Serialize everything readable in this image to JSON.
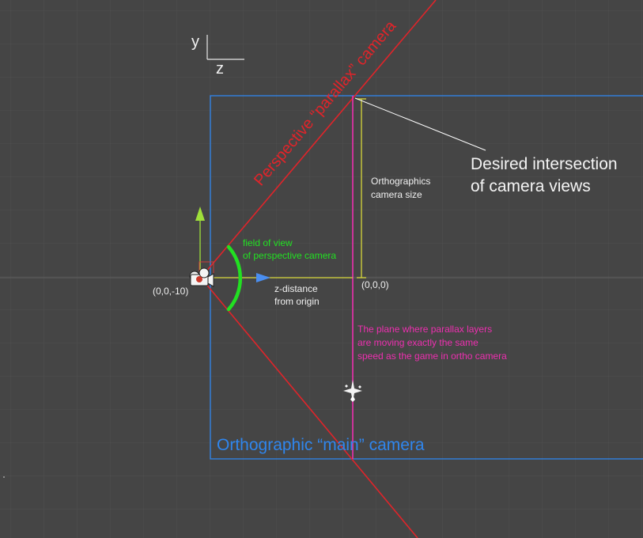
{
  "axes": {
    "y_label": "y",
    "z_label": "z"
  },
  "labels": {
    "perspective_camera": "Perspective “parallax” camera",
    "desired_intersection_line1": "Desired intersection",
    "desired_intersection_line2": "of camera views",
    "ortho_size_line1": "Orthographics",
    "ortho_size_line2": "camera size",
    "fov_line1": "field of view",
    "fov_line2": "of perspective camera",
    "camera_position": "(0,0,-10)",
    "origin": "(0,0,0)",
    "z_distance_line1": "z-distance",
    "z_distance_line2": "from origin",
    "parallax_plane_line1": "The plane where parallax layers",
    "parallax_plane_line2": "are moving exactly the same",
    "parallax_plane_line3": "speed as the game in ortho camera",
    "ortho_camera": "Orthographic “main” camera"
  },
  "colors": {
    "background": "#454545",
    "grid": "#505050",
    "perspective": "#e0242a",
    "ortho": "#2f86ee",
    "ortho_size": "#d8d83a",
    "fov": "#22e022",
    "plane": "#ee2fb0",
    "gizmo_y": "#9fe03a",
    "gizmo_z": "#4a8ef0"
  }
}
